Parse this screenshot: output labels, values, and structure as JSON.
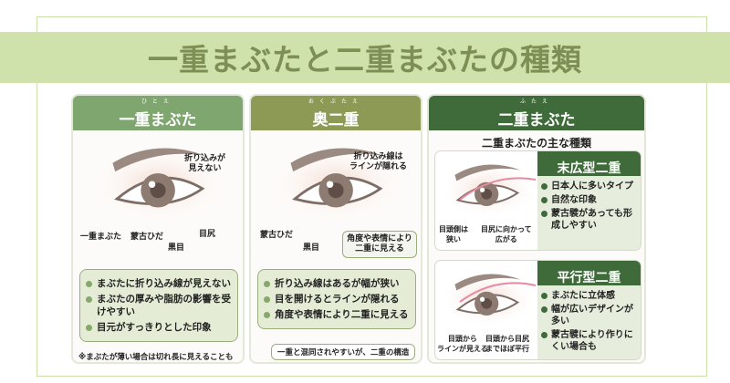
{
  "title": "一重まぶたと二重まぶたの種類",
  "panels": [
    {
      "title": "一重まぶた",
      "ruby": "ひとえ",
      "color": "#7ea66e",
      "labels": {
        "fold": "折り込みが\n見えない",
        "single": "一重まぶた",
        "mongol": "蒙古ひだ",
        "iris": "黒目",
        "outer": "目尻"
      },
      "points": [
        "まぶたに折り込み線が見えない",
        "まぶたの厚みや脂肪の影響を受けやすい",
        "目元がすっきりとした印象"
      ],
      "note": "※まぶたが薄い場合は切れ長に見えることも"
    },
    {
      "title": "奥二重",
      "ruby": "おくぶたえ",
      "color": "#8c9a56",
      "labels": {
        "fold": "折り込み線は\nラインが隠れる",
        "mongol": "蒙古ひだ",
        "iris": "黒目",
        "angle": "角度や表情により\n二重に見える"
      },
      "points": [
        "折り込み線はあるが幅が狭い",
        "目を開けるとラインが隠れる",
        "角度や表情により二重に見える"
      ],
      "note": "一重と混同されやすいが、二重の構造"
    },
    {
      "title": "二重まぶた",
      "ruby": "ふたえ",
      "color": "#3f6b3a",
      "subtitle": "二重まぶたの主な種類",
      "types": [
        {
          "name": "末広型二重",
          "points": [
            "日本人に多いタイプ",
            "自然な印象",
            "蒙古襞があっても形成しやすい"
          ],
          "label_left": "目頭側は\n狭い",
          "label_right": "目尻に向かって\n広がる"
        },
        {
          "name": "平行型二重",
          "points": [
            "まぶたに立体感",
            "幅が広いデザインが多い",
            "蒙古襞により作りにくい場合も"
          ],
          "label_left": "目頭から\nラインが見える",
          "label_right": "目頭から目尻\nまでほぼ平行"
        }
      ]
    }
  ]
}
